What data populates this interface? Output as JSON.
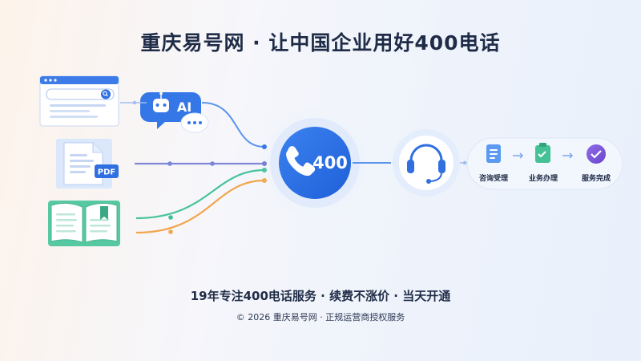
{
  "header": {
    "title": "重庆易号网 · 让中国企业用好400电话"
  },
  "ai_bubble": {
    "label": "AI"
  },
  "pdf_badge": {
    "label": "PDF"
  },
  "hub": {
    "number": "400"
  },
  "steps": [
    {
      "label": "咨询受理",
      "icon": "document-icon"
    },
    {
      "label": "业务办理",
      "icon": "clipboard-check-icon"
    },
    {
      "label": "服务完成",
      "icon": "check-badge-icon"
    }
  ],
  "footer": {
    "tagline": "19年专注400电话服务 · 续费不涨价 · 当天开通",
    "copyright": "© 2026 重庆易号网 · 正规运营商授权服务"
  },
  "colors": {
    "primary_blue": "#2f6fe0",
    "purple_line": "#7a84d8",
    "teal_line": "#3fbf95",
    "orange_line": "#f2a54a",
    "violet": "#7b57d8"
  }
}
